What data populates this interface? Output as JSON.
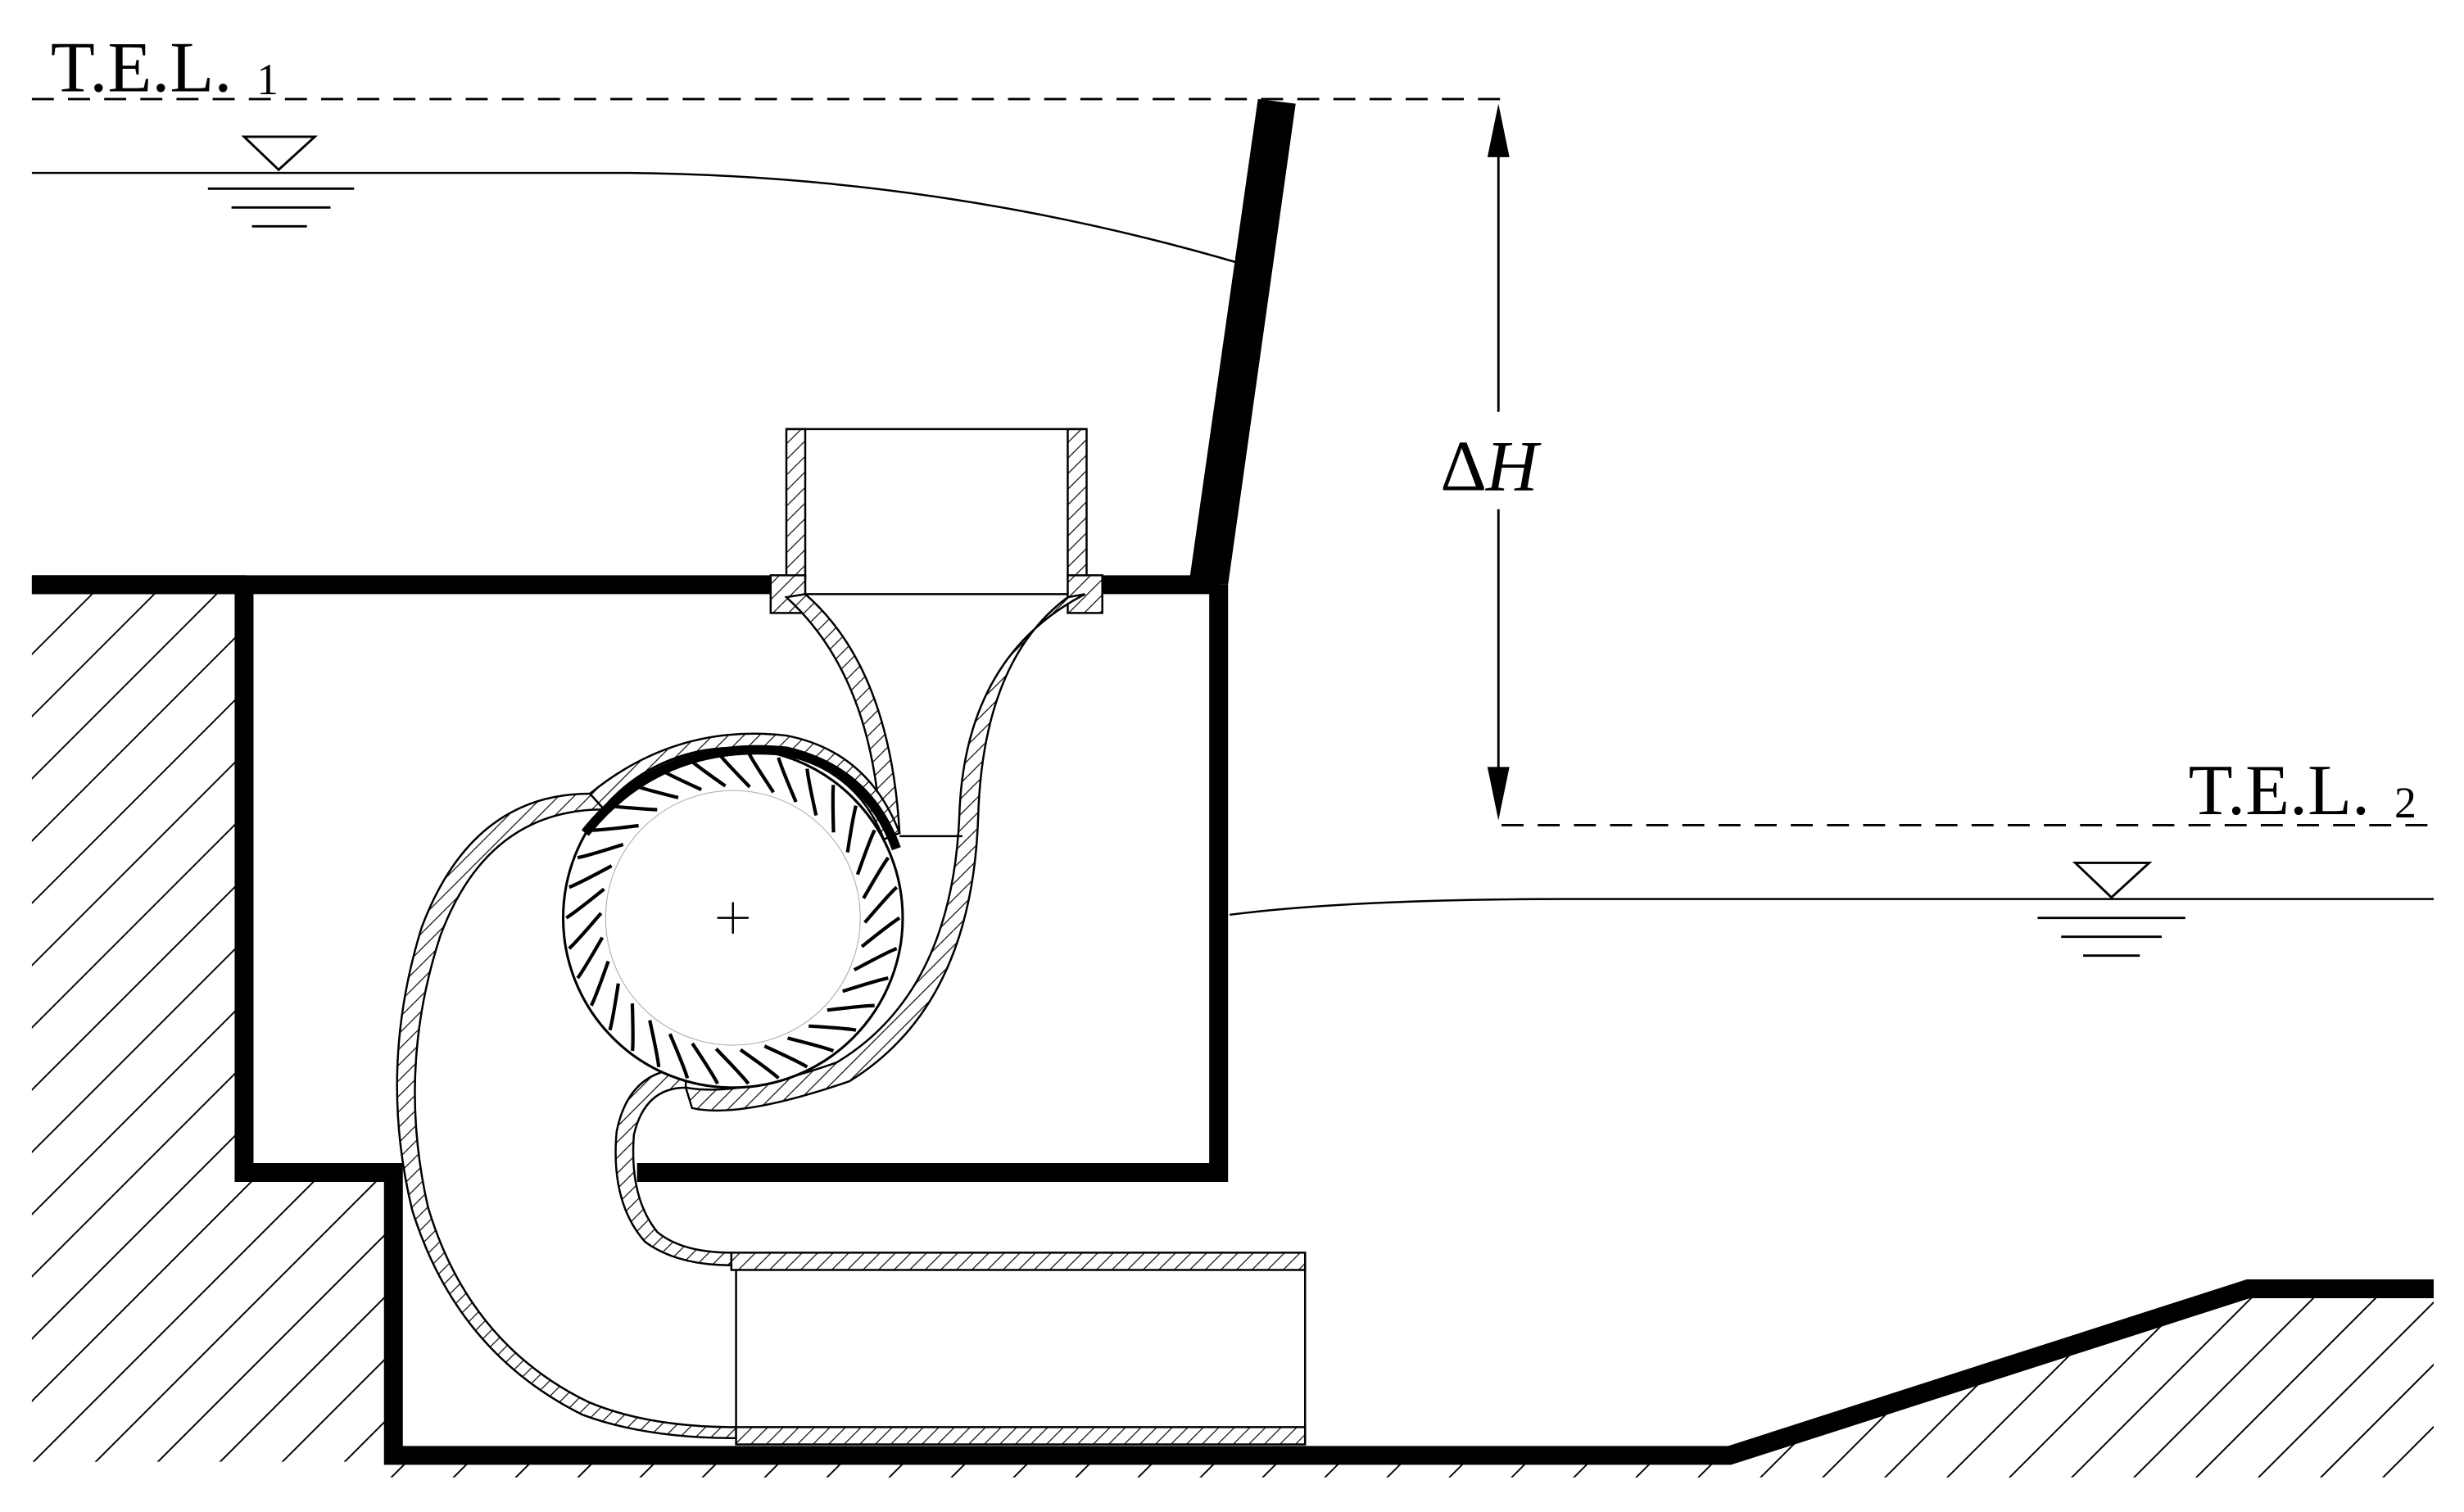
{
  "labels": {
    "tel_upper": "T.E.L.",
    "tel_upper_sub": "1",
    "tel_lower": "T.E.L.",
    "tel_lower_sub": "2",
    "delta_h_symbol": "Δ",
    "delta_h_var": "H"
  },
  "colors": {
    "line": "#000000",
    "background": "#ffffff"
  },
  "icons": {
    "water_level_marker": "triangle-water-surface-icon",
    "rotor_center": "plus-crosshair-icon"
  },
  "rotor": {
    "blade_count": 34
  }
}
